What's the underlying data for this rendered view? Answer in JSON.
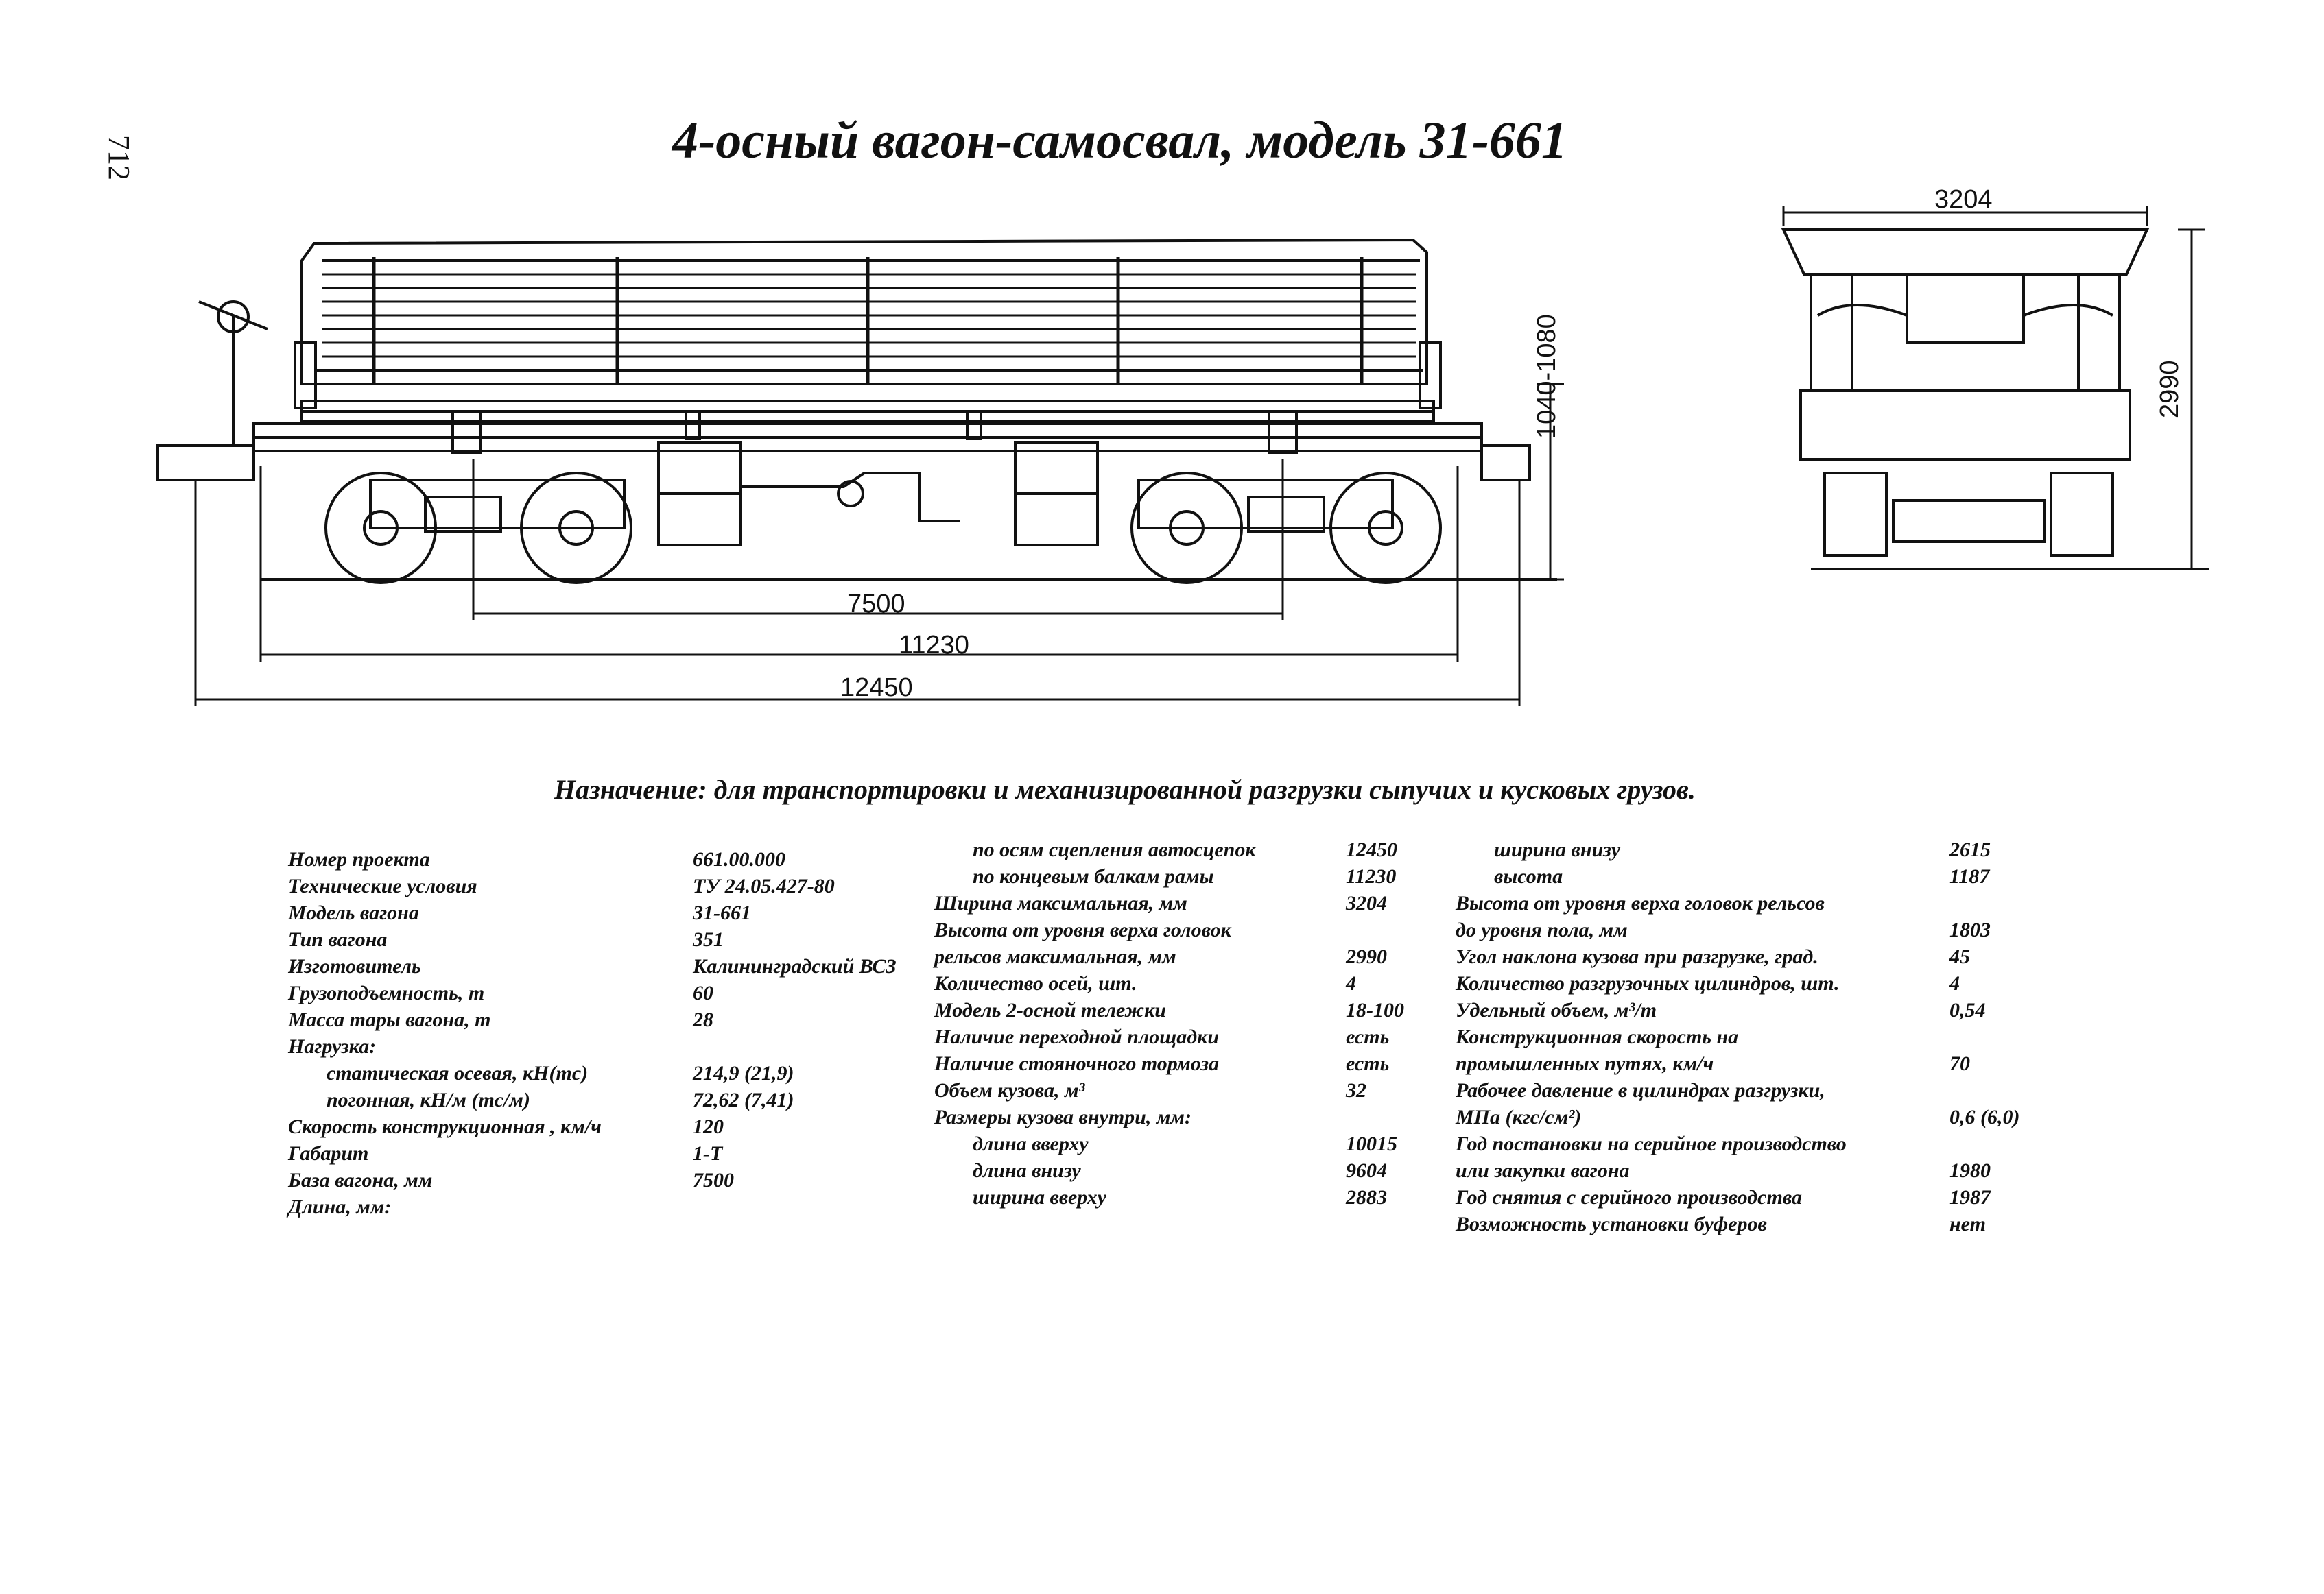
{
  "page": {
    "number": "712"
  },
  "title": "4-осный вагон-самосвал, модель 31-661",
  "dimensions": {
    "side_base": "7500",
    "side_frame_length": "11230",
    "side_coupler_length": "12450",
    "side_height_range": "1040-1080",
    "end_width": "3204",
    "end_height": "2990"
  },
  "purpose": "Назначение: для транспортировки и механизированной разгрузки сыпучих и кусковых грузов.",
  "specs": {
    "col1": [
      {
        "label": "Номер проекта",
        "value": "661.00.000"
      },
      {
        "label": "Технические условия",
        "value": "ТУ 24.05.427-80"
      },
      {
        "label": "Модель вагона",
        "value": "31-661"
      },
      {
        "label": "Тип вагона",
        "value": "351"
      },
      {
        "label": "Изготовитель",
        "value": "Калининградский ВСЗ"
      },
      {
        "label": "Грузоподъемность, т",
        "value": "60"
      },
      {
        "label": "Масса тары вагона, т",
        "value": "28"
      },
      {
        "label": "Нагрузка:",
        "value": ""
      },
      {
        "label": "статическая осевая, кН(тс)",
        "value": "214,9 (21,9)",
        "indent": true
      },
      {
        "label": "погонная, кН/м (тс/м)",
        "value": "72,62 (7,41)",
        "indent": true
      },
      {
        "label": "Скорость конструкционная , км/ч",
        "value": "120"
      },
      {
        "label": "Габарит",
        "value": "1-Т"
      },
      {
        "label": "База вагона, мм",
        "value": "7500"
      },
      {
        "label": "Длина, мм:",
        "value": ""
      }
    ],
    "col2": [
      {
        "label": "по осям сцепления автосцепок",
        "value": "12450",
        "indent": true
      },
      {
        "label": "по концевым балкам рамы",
        "value": "11230",
        "indent": true
      },
      {
        "label": "Ширина максимальная, мм",
        "value": "3204"
      },
      {
        "label": "Высота от уровня верха головок",
        "value": ""
      },
      {
        "label": "рельсов максимальная, мм",
        "value": "2990"
      },
      {
        "label": "Количество осей, шт.",
        "value": "4"
      },
      {
        "label": "Модель 2-осной тележки",
        "value": "18-100"
      },
      {
        "label": "Наличие переходной площадки",
        "value": "есть"
      },
      {
        "label": "Наличие стояночного тормоза",
        "value": "есть"
      },
      {
        "label": "Объем кузова, м³",
        "value": "32"
      },
      {
        "label": "Размеры кузова внутри, мм:",
        "value": ""
      },
      {
        "label": "длина вверху",
        "value": "10015",
        "indent": true
      },
      {
        "label": "длина внизу",
        "value": "9604",
        "indent": true
      },
      {
        "label": "ширина вверху",
        "value": "2883",
        "indent": true
      }
    ],
    "col3": [
      {
        "label": "ширина внизу",
        "value": "2615",
        "indent": true
      },
      {
        "label": "высота",
        "value": "1187",
        "indent": true
      },
      {
        "label": "Высота от уровня верха головок рельсов",
        "value": ""
      },
      {
        "label": "до уровня пола, мм",
        "value": "1803"
      },
      {
        "label": "Угол наклона кузова при разгрузке, град.",
        "value": "45"
      },
      {
        "label": "Количество разгрузочных цилиндров, шт.",
        "value": "4"
      },
      {
        "label": "Удельный объем, м³/т",
        "value": "0,54"
      },
      {
        "label": "Конструкционная скорость на",
        "value": ""
      },
      {
        "label": "промышленных путях, км/ч",
        "value": "70"
      },
      {
        "label": "Рабочее давление в цилиндрах разгрузки,",
        "value": ""
      },
      {
        "label": "МПа (кгс/см²)",
        "value": "0,6 (6,0)"
      },
      {
        "label": "Год постановки на серийное производство",
        "value": ""
      },
      {
        "label": "или закупки вагона",
        "value": "1980"
      },
      {
        "label": "Год снятия с серийного производства",
        "value": "1987"
      },
      {
        "label": "Возможность установки буферов",
        "value": "нет"
      }
    ]
  }
}
